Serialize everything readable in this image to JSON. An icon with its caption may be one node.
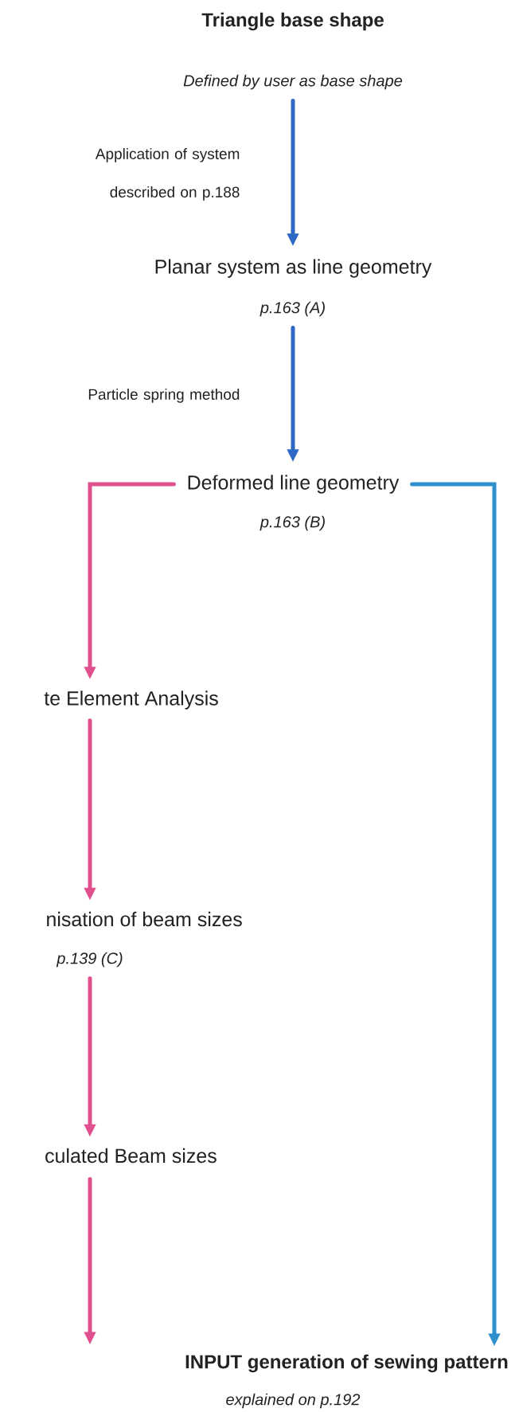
{
  "diagram": {
    "nodes": [
      {
        "text": [
          "Triangle base shape"
        ],
        "beside": [
          "Defined by user as base shape"
        ]
      },
      {
        "text": [
          "Planar system as line geometry"
        ],
        "beside": [
          "p.163 (A)"
        ]
      },
      {
        "text": [
          "Deformed line geometry"
        ],
        "beside": [
          "p.163 (B)"
        ]
      },
      {
        "text": [
          "te Element Analysis"
        ]
      },
      {
        "text": [
          "nisation of beam sizes"
        ],
        "beside": [
          "p.139 (C)"
        ]
      },
      {
        "text": [
          "culated Beam sizes"
        ]
      },
      {
        "text": [
          "INPUT generation of sewing pattern"
        ],
        "beside": [
          "explained on p.192"
        ]
      }
    ],
    "edges": [
      {
        "from": 0,
        "to": 1,
        "arrow": "to",
        "label": "Application of system described on p.188",
        "color": "#2d68c4"
      },
      {
        "from": 1,
        "to": 2,
        "arrow": "to",
        "label": "Particle spring method",
        "color": "#2d68c4"
      },
      {
        "from": 2,
        "to": 3,
        "arrow": "to"
      },
      {
        "from": 3,
        "to": 4,
        "arrow": "to"
      },
      {
        "from": 4,
        "to": 5,
        "arrow": "to"
      },
      {
        "from": 5,
        "to": 6,
        "arrow": "to"
      },
      {
        "from": 2,
        "to": 6,
        "arrow": "to",
        "color": "#2f8fcc"
      }
    ]
  }
}
